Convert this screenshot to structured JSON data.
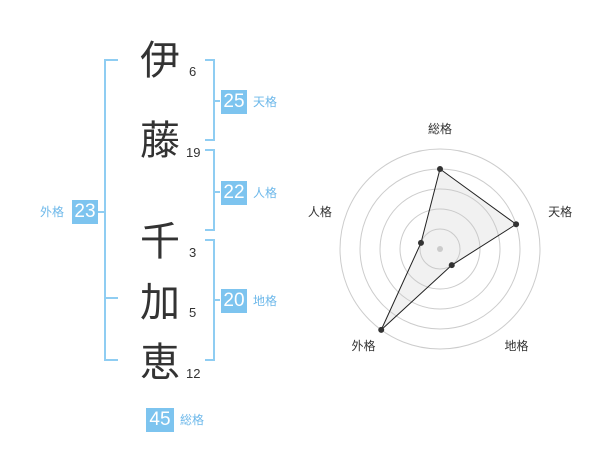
{
  "name": {
    "chars": [
      {
        "char": "伊",
        "strokes": "6"
      },
      {
        "char": "藤",
        "strokes": "19"
      },
      {
        "char": "千",
        "strokes": "3"
      },
      {
        "char": "加",
        "strokes": "5"
      },
      {
        "char": "恵",
        "strokes": "12"
      }
    ]
  },
  "fortunes": {
    "tenkaku": {
      "value": "25",
      "label": "天格"
    },
    "jinkaku": {
      "value": "22",
      "label": "人格"
    },
    "chikaku": {
      "value": "20",
      "label": "地格"
    },
    "gaikaku": {
      "value": "23",
      "label": "外格"
    },
    "soukaku": {
      "value": "45",
      "label": "総格"
    }
  },
  "colors": {
    "accent": "#7dc4ef",
    "bracket": "#8fcdf2",
    "label": "#6db8ea"
  },
  "chart_data": {
    "type": "radar",
    "axes": [
      "総格",
      "天格",
      "地格",
      "外格",
      "人格"
    ],
    "values": [
      4,
      4,
      1,
      5,
      1
    ],
    "range": [
      0,
      5
    ],
    "rings": 5,
    "grid": true
  }
}
